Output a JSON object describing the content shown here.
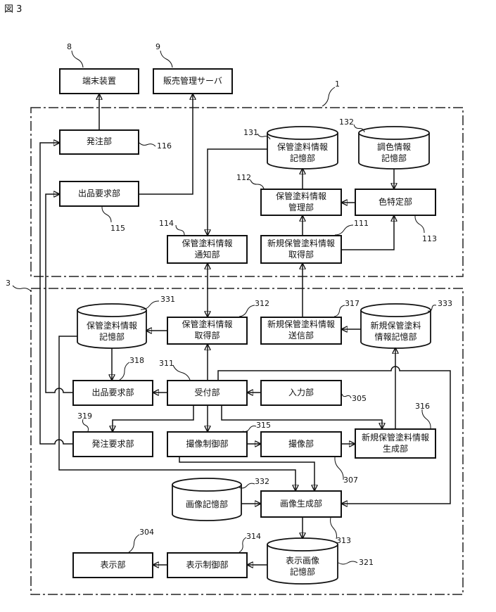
{
  "figure": {
    "title": "図 3"
  },
  "external": {
    "terminal_device": {
      "ref": "8",
      "label": "端末装置"
    },
    "sales_management_server": {
      "ref": "9",
      "label": "販売管理サーバ"
    }
  },
  "server_1": {
    "ref": "1",
    "ordering_unit": {
      "ref": "116",
      "label": "発注部"
    },
    "listing_request_unit": {
      "ref": "115",
      "label": "出品要求部"
    },
    "stored_paint_info_storage": {
      "ref": "131",
      "label": "保管塗料情報\n記憶部"
    },
    "color_mixing_info_storage": {
      "ref": "132",
      "label": "調色情報\n記憶部"
    },
    "stored_paint_info_manager": {
      "ref": "112",
      "label": "保管塗料情報\n管理部"
    },
    "color_identification_unit": {
      "ref": "113",
      "label": "色特定部"
    },
    "stored_paint_info_notifier": {
      "ref": "114",
      "label": "保管塗料情報\n通知部"
    },
    "new_stored_paint_info_acquirer": {
      "ref": "111",
      "label": "新規保管塗料情報\n取得部"
    }
  },
  "terminal_3": {
    "ref": "3",
    "stored_paint_info_storage": {
      "ref": "331",
      "label": "保管塗料情報\n記憶部"
    },
    "stored_paint_info_acquirer": {
      "ref": "312",
      "label": "保管塗料情報\n取得部"
    },
    "new_stored_paint_info_sender": {
      "ref": "317",
      "label": "新規保管塗料情報\n送信部"
    },
    "new_stored_paint_info_storage": {
      "ref": "333",
      "label": "新規保管塗料\n情報記憶部"
    },
    "listing_request_unit": {
      "ref": "318",
      "label": "出品要求部"
    },
    "reception_unit": {
      "ref": "311",
      "label": "受付部"
    },
    "input_unit": {
      "ref": "305",
      "label": "入力部"
    },
    "order_request_unit": {
      "ref": "319",
      "label": "発注要求部"
    },
    "imaging_control_unit": {
      "ref": "315",
      "label": "撮像制御部"
    },
    "imaging_unit": {
      "ref": "307",
      "label": "撮像部"
    },
    "new_stored_paint_info_generator": {
      "ref": "316",
      "label": "新規保管塗料情報\n生成部"
    },
    "image_storage": {
      "ref": "332",
      "label": "画像記憶部"
    },
    "image_generator": {
      "ref": "313",
      "label": "画像生成部"
    },
    "display_unit": {
      "ref": "304",
      "label": "表示部"
    },
    "display_control_unit": {
      "ref": "314",
      "label": "表示制御部"
    },
    "display_image_storage": {
      "ref": "321",
      "label": "表示画像\n記憶部"
    }
  }
}
